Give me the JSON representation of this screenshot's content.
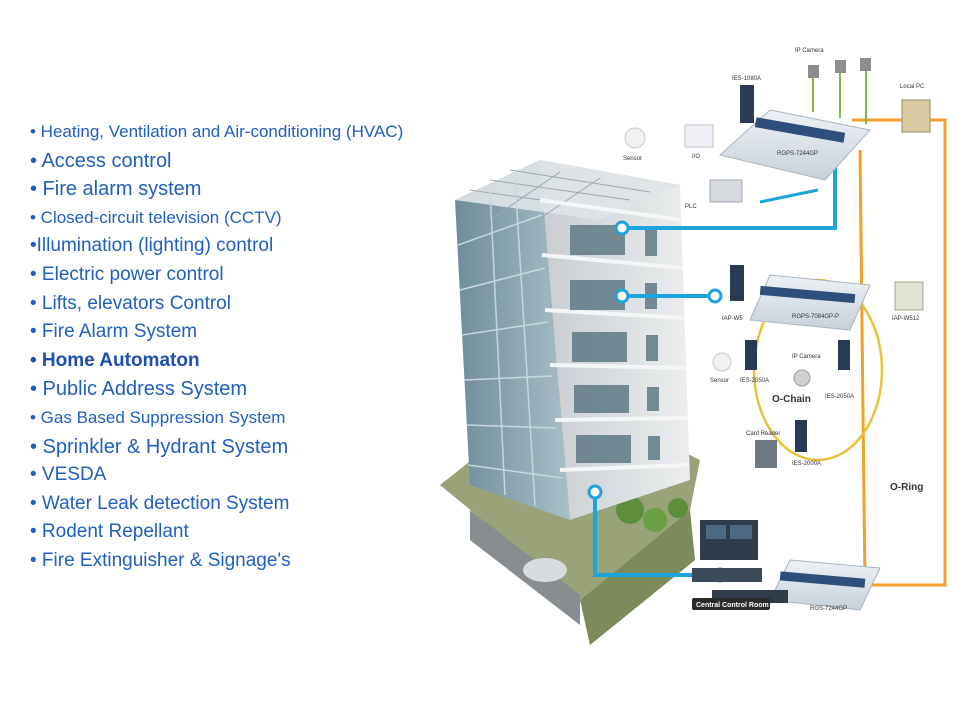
{
  "features": [
    {
      "text": "• Heating, Ventilation and Air-conditioning (HVAC)",
      "size": "sm"
    },
    {
      "text": "• Access control",
      "size": "lg"
    },
    {
      "text": "• Fire alarm system",
      "size": "lg"
    },
    {
      "text": "• Closed-circuit television (CCTV)",
      "size": "sm"
    },
    {
      "text": "•Illumination (lighting) control",
      "size": "md"
    },
    {
      "text": "• Electric power control",
      "size": "md"
    },
    {
      "text": "• Lifts, elevators Control",
      "size": "md"
    },
    {
      "text": "• Fire Alarm System",
      "size": "md"
    },
    {
      "text": "• Home Automaton",
      "size": "md",
      "bold": true
    },
    {
      "text": "• Public Address System",
      "size": "lg"
    },
    {
      "text": "• Gas Based Suppression System",
      "size": "sm"
    },
    {
      "text": "• Sprinkler & Hydrant System",
      "size": "lg"
    },
    {
      "text": "• VESDA",
      "size": "md"
    },
    {
      "text": "• Water Leak detection System",
      "size": "md"
    },
    {
      "text": "• Rodent Repellant",
      "size": "md"
    },
    {
      "text": "• Fire Extinguisher & Signage's",
      "size": "md"
    }
  ],
  "diagram": {
    "labels": {
      "sensor_top": "Sensor",
      "io": "I/O",
      "ies1080a": "IES-1080A",
      "ip_camera_top": "IP Camera",
      "local_pc": "Local PC",
      "rgps7244gp": "RGPS-7244GP",
      "plc": "PLC",
      "iap_w512": "IAP-W512",
      "rgps7084gpp": "RGPS-7084GP-P",
      "iap_w": "IAP-W5",
      "ip_camera_mid": "IP Camera",
      "sensor_mid": "Sensor",
      "ies2050a_left": "IES-2050A",
      "ies2050a_right": "IES-2050A",
      "o_chain": "O-Chain",
      "card_reader": "Card Reader",
      "ies2000a": "IES-2000A",
      "o_ring": "O-Ring",
      "rgs7244gp": "RGS-7244GP",
      "central_control_room": "Central Control Room"
    },
    "colors": {
      "link_blue": "#1ea4dc",
      "ring_orange": "#f2a02c",
      "chain_yellow": "#e8c23a",
      "camera_green": "#7ab84a"
    }
  }
}
